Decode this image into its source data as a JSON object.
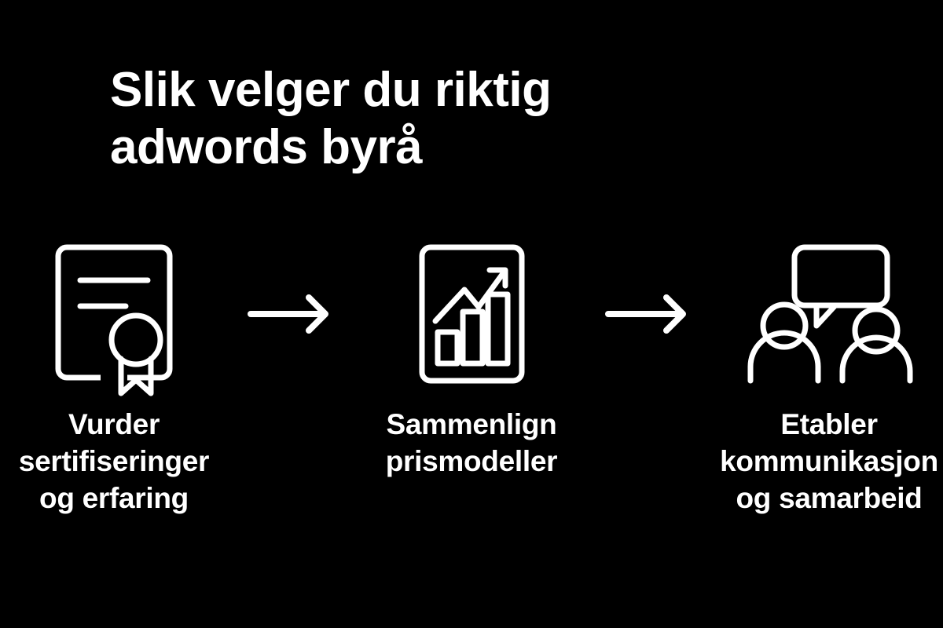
{
  "background_color": "#000000",
  "foreground_color": "#FFFFFF",
  "header": {
    "title": "Slik velger du riktig\nadwords byrå"
  },
  "steps": [
    {
      "index": "1",
      "label": "Vurder\nsertifiseringer\nog erfaring",
      "icon": "certificate-icon"
    },
    {
      "index": "2",
      "label": "Sammenlign\nprismodeller",
      "icon": "bar-chart-document-icon"
    },
    {
      "index": "3",
      "label": "Etabler\nkommunikasjon\nog samarbeid",
      "icon": "people-conversation-icon"
    }
  ],
  "connectors": [
    {
      "icon": "arrow-right-icon"
    },
    {
      "icon": "arrow-right-icon"
    }
  ]
}
